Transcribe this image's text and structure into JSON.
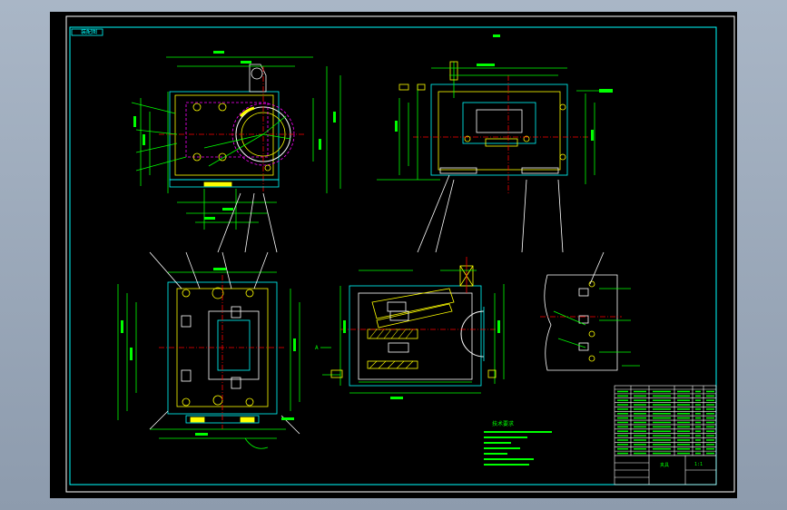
{
  "title_block": {
    "stamp_label": "装配图",
    "notes_title": "技术要求",
    "parts_rows": 15,
    "drawing_name": "夹具",
    "scale_text": "1:1"
  },
  "colors": {
    "background": "#000000",
    "frame": "#ffffff",
    "outline": "#00ffff",
    "dimension": "#00ff00",
    "part_edge": "#ffff00",
    "centerline": "#ff0000",
    "hidden": "#ff00ff"
  },
  "annotation_text": {
    "section_arrow": "A"
  }
}
